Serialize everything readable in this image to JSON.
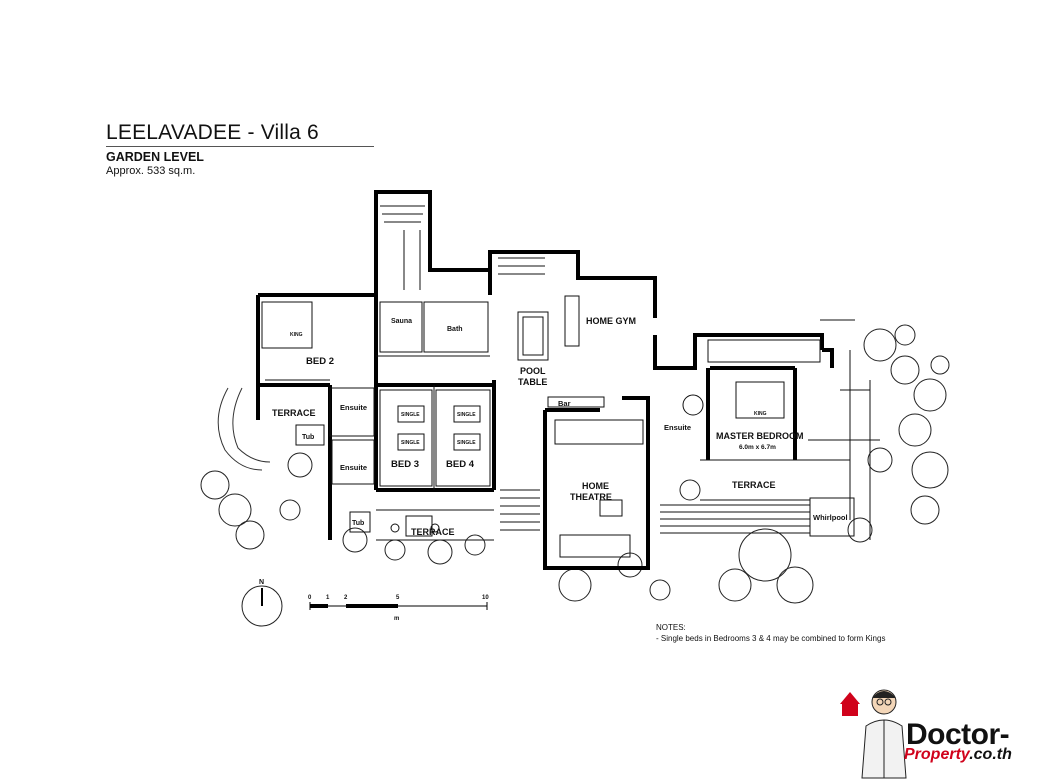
{
  "header": {
    "title": "LEELAVADEE - Villa 6",
    "level": "GARDEN LEVEL",
    "area": "Approx. 533 sq.m."
  },
  "rooms": {
    "bed2": "BED 2",
    "terrace_left": "TERRACE",
    "ensuite_upper": "Ensuite",
    "ensuite_lower": "Ensuite",
    "tub_upper": "Tub",
    "tub_lower": "Tub",
    "sauna": "Sauna",
    "bath": "Bath",
    "bed3": "BED 3",
    "bed4": "BED 4",
    "terrace_mid": "TERRACE",
    "pool_table_1": "POOL",
    "pool_table_2": "TABLE",
    "home_gym": "HOME GYM",
    "bar": "Bar",
    "home_theatre_1": "HOME",
    "home_theatre_2": "THEATRE",
    "ensuite_master": "Ensuite",
    "master_bedroom": "MASTER BEDROOM",
    "master_size": "6.0m x 6.7m",
    "terrace_right": "TERRACE",
    "whirlpool": "Whirlpool",
    "king_bed2": "KING",
    "king_master": "KING",
    "single_1": "SINGLE",
    "single_2": "SINGLE",
    "single_3": "SINGLE",
    "single_4": "SINGLE"
  },
  "compass": {
    "north": "N"
  },
  "scale": {
    "ticks": [
      "0",
      "1",
      "2",
      "5",
      "10"
    ],
    "unit": "m"
  },
  "notes": {
    "heading": "NOTES:",
    "line1": "- Single beds in Bedrooms 3 & 4 may be combined to form Kings"
  },
  "logo": {
    "text1": "Doctor-",
    "text2": "Property",
    "text3": ".co.th"
  }
}
